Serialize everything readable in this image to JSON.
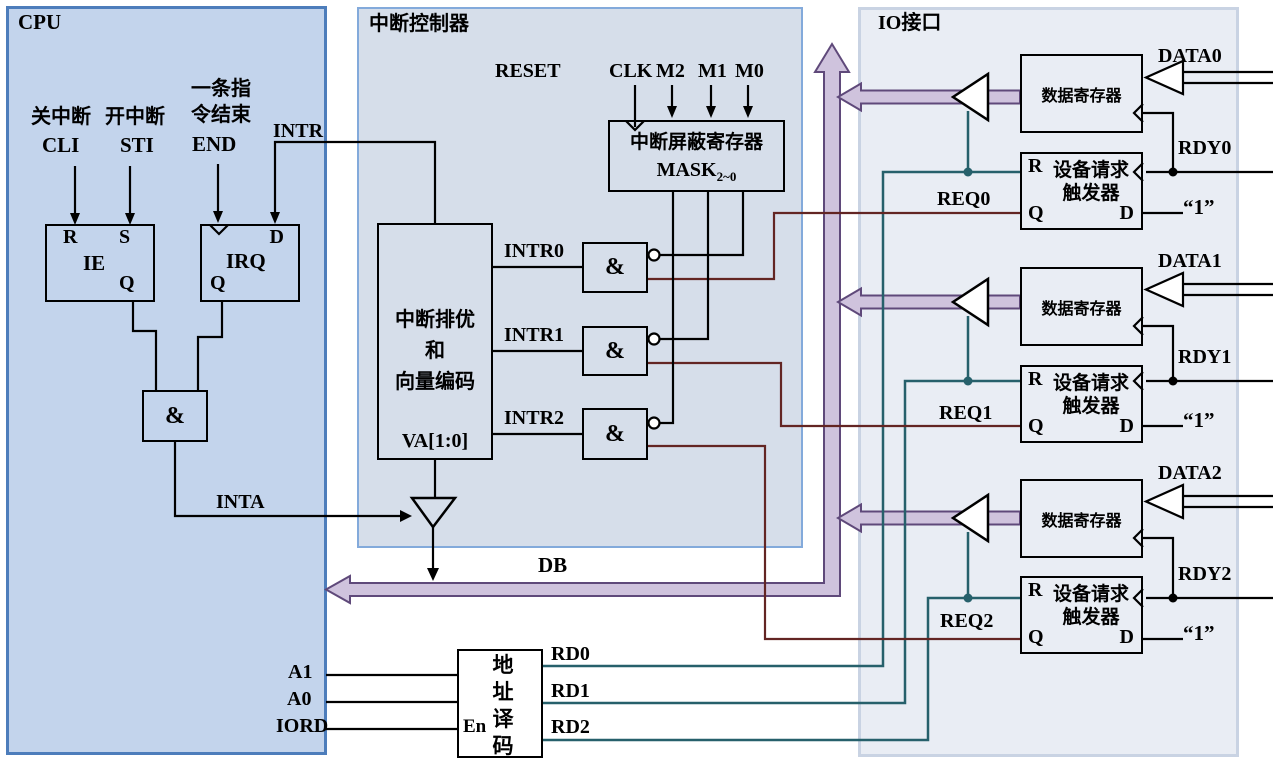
{
  "regions": {
    "cpu": "CPU",
    "controller": "中断控制器",
    "io": "IO接口"
  },
  "cpu": {
    "cli_caption": "关中断",
    "cli": "CLI",
    "sti_caption": "开中断",
    "sti": "STI",
    "end_caption": "一条指\n令结束",
    "end": "END",
    "intr": "INTR",
    "inta": "INTA",
    "ie": {
      "r": "R",
      "s": "S",
      "title": "IE",
      "q": "Q"
    },
    "irq": {
      "d": "D",
      "title": "IRQ",
      "q": "Q"
    },
    "and_gate": "&",
    "a1": "A1",
    "a0": "A0",
    "iord": "IORD"
  },
  "controller": {
    "reset": "RESET",
    "clk": "CLK",
    "m2": "M2",
    "m1": "M1",
    "m0": "M0",
    "mask_title": "中断屏蔽寄存器",
    "mask_name": "MASK",
    "mask_sub": "2~0",
    "encoder_title": "中断排优\n和\n向量编码",
    "va": "VA[1:0]",
    "intr0": "INTR0",
    "intr1": "INTR1",
    "intr2": "INTR2",
    "and_gate": "&"
  },
  "bus": {
    "db": "DB"
  },
  "decoder": {
    "title": "地址译码",
    "en": "En",
    "rd0": "RD0",
    "rd1": "RD1",
    "rd2": "RD2"
  },
  "io": {
    "channels": [
      {
        "data": "DATA0",
        "rdy": "RDY0",
        "req": "REQ0",
        "one": "“1”",
        "reg_title": "数据寄存器",
        "ff_r": "R",
        "ff_title": "设备请求\n触发器",
        "ff_q": "Q",
        "ff_d": "D"
      },
      {
        "data": "DATA1",
        "rdy": "RDY1",
        "req": "REQ1",
        "one": "“1”",
        "reg_title": "数据寄存器",
        "ff_r": "R",
        "ff_title": "设备请求\n触发器",
        "ff_q": "Q",
        "ff_d": "D"
      },
      {
        "data": "DATA2",
        "rdy": "RDY2",
        "req": "REQ2",
        "one": "“1”",
        "reg_title": "数据寄存器",
        "ff_r": "R",
        "ff_title": "设备请求\n触发器",
        "ff_q": "Q",
        "ff_d": "D"
      }
    ]
  }
}
